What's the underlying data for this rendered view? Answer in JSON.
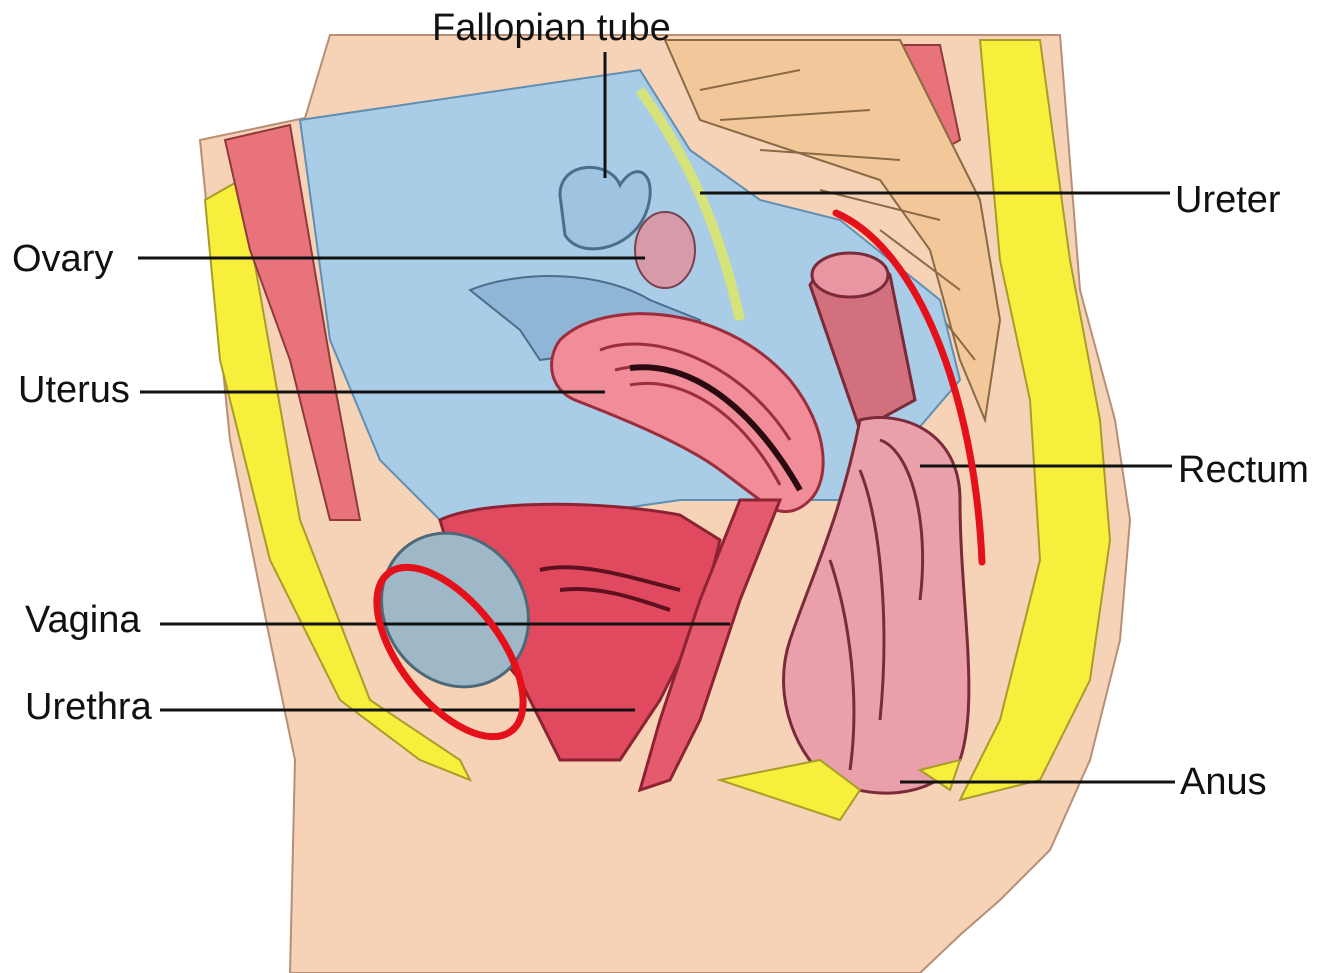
{
  "labels": {
    "fallopian_tube": "Fallopian tube",
    "ovary": "Ovary",
    "uterus": "Uterus",
    "vagina": "Vagina",
    "urethra": "Urethra",
    "ureter": "Ureter",
    "rectum": "Rectum",
    "anus": "Anus"
  },
  "colors": {
    "skin": "#f6d3b6",
    "fat": "#f7ef3c",
    "muscle": "#e8737a",
    "organ_pink": "#f08d98",
    "organ_dark": "#c8344a",
    "peritoneum_blue": "#a9cde6",
    "bone": "#f2c89a",
    "annotation_red": "#e4101a",
    "leader_line": "#111111"
  }
}
